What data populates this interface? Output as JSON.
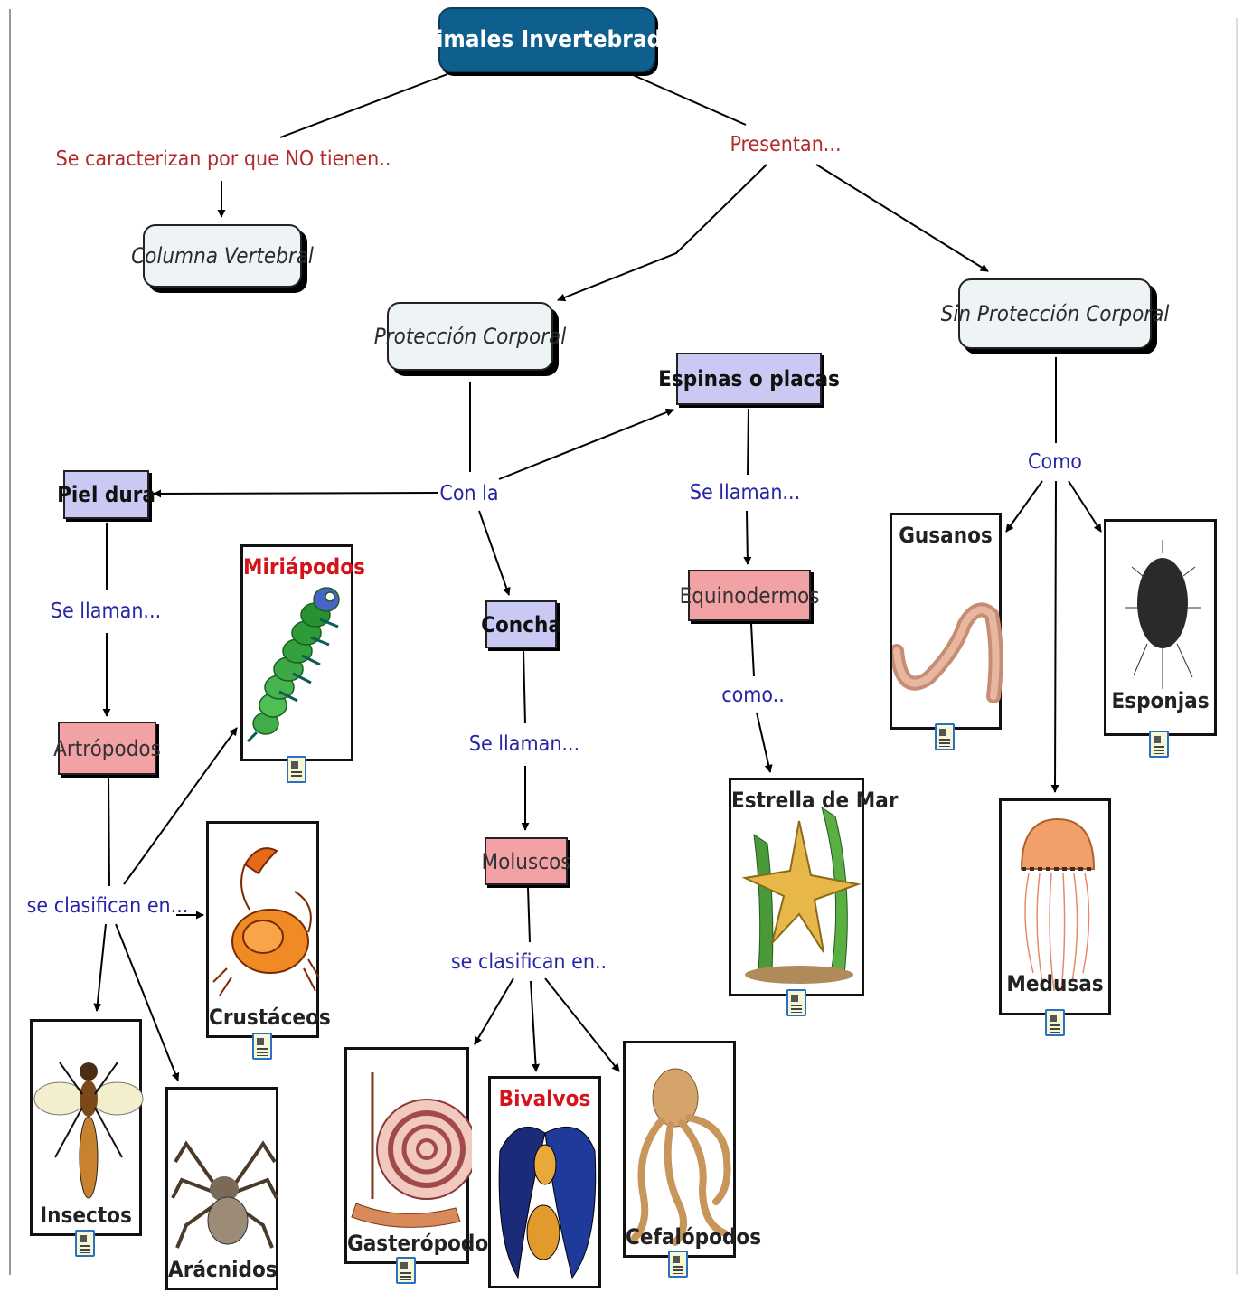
{
  "title": "Animales Invertebrados",
  "nodes": {
    "columna": "Columna Vertebral",
    "proteccion": "Protección Corporal",
    "sin_proteccion": "Sin Protección Corporal",
    "piel_dura": "Piel dura",
    "espinas": "Espinas o placas",
    "concha": "Concha",
    "artropodos": "Artrópodos",
    "moluscos": "Moluscos",
    "equinodermos": "Equinodermos"
  },
  "links": {
    "caracterizan": "Se caracterizan por que NO tienen..",
    "presentan": "Presentan...",
    "con_la": "Con la",
    "como_sin": "Como",
    "se_llaman_piel": "Se llaman...",
    "se_llaman_espinas": "Se llaman...",
    "se_llaman_concha": "Se llaman...",
    "como_equino": "como..",
    "clasifican_artro": "se clasifican en...",
    "clasifican_molus": "se clasifican en.."
  },
  "cards": {
    "miriapodos": "Miriápodos",
    "crustaceos": "Crustáceos",
    "insectos": "Insectos",
    "aracnidos": "Arácnidos",
    "gasteropodos": "Gasterópodos",
    "bivalvos": "Bivalvos",
    "cefalopodos": "Cefalópodos",
    "estrella": "Estrella de Mar",
    "gusanos": "Gusanos",
    "esponjas": "Esponjas",
    "medusas": "Medusas"
  },
  "colors": {
    "title_fill": "#0f5f8e",
    "category_fill": "#c9c9f3",
    "group_fill": "#f2a2a5",
    "concept_fill": "#eef3f5",
    "link_text_blue": "#2525a6",
    "link_text_red": "#b22a2a"
  },
  "icons": [
    "document-icon",
    "centipede-icon",
    "crab-icon",
    "fly-icon",
    "spider-icon",
    "snail-icon",
    "mussel-icon",
    "octopus-icon",
    "starfish-icon",
    "worm-icon",
    "sponge-icon",
    "jellyfish-icon"
  ]
}
